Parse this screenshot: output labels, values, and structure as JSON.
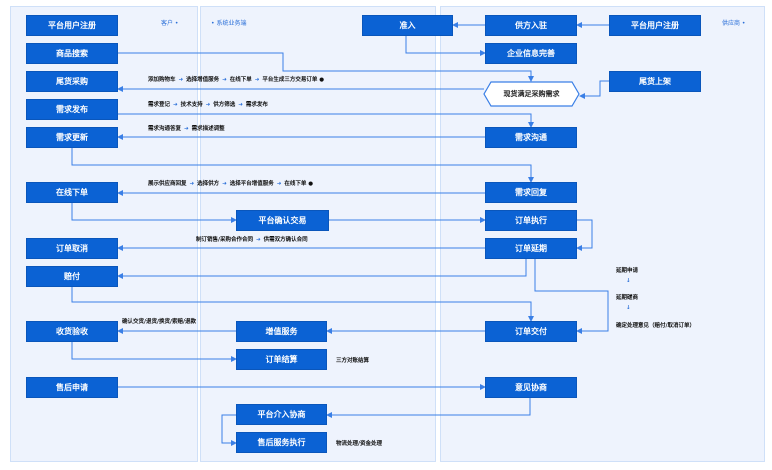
{
  "lanes": {
    "customer": "客户",
    "system": "系统业务端",
    "supplier": "供应商"
  },
  "customer": {
    "register": "平台用户注册",
    "search": "商品搜索",
    "tail_purchase": "尾货采购",
    "demand_publish": "需求发布",
    "demand_update": "需求更新",
    "online_order": "在线下单",
    "order_cancel": "订单取消",
    "compensation": "赔付",
    "receipt_check": "收货验收",
    "after_sale_apply": "售后申请"
  },
  "system": {
    "access": "准入",
    "confirm_trade": "平台确认交易",
    "value_added": "增值服务",
    "settlement": "订单结算",
    "mediation": "平台介入协商",
    "after_sale_exec": "售后服务执行"
  },
  "supplier": {
    "entry": "供方入驻",
    "register": "平台用户注册",
    "company_info": "企业信息完善",
    "tail_listing": "尾货上架",
    "stock_decision": "现货满足采购需求",
    "demand_comm": "需求沟通",
    "demand_reply": "需求回复",
    "order_exec": "订单执行",
    "order_delay": "订单延期",
    "order_delivery": "订单交付",
    "negotiation": "意见协商"
  },
  "notes": {
    "purchase_steps": [
      "添加购物车",
      "选择增值服务",
      "在线下单",
      "平台生成三方交易订单"
    ],
    "publish_steps": [
      "需求登记",
      "技术支持",
      "供方筛选",
      "需求发布"
    ],
    "update_steps": [
      "需求沟通答复",
      "需求描述调整"
    ],
    "order_steps": [
      "展示供应商回复",
      "选择供方",
      "选择平台增值服务",
      "在线下单"
    ],
    "contract_steps": [
      "制订销售/采购合作合同",
      "供需双方确认合同"
    ],
    "delay_steps": [
      "延期申请",
      "延期磋商",
      "确定处理意见（赔付/取消订单）"
    ],
    "receipt_note": "确认交货/退货/换货/索赔/退款",
    "settlement_note": "三方对账结算",
    "after_sale_note": "物流处理/资金处理"
  },
  "colors": {
    "box": "#0b62d4",
    "line": "#3a7fe6",
    "lane": "#eef3fd"
  }
}
